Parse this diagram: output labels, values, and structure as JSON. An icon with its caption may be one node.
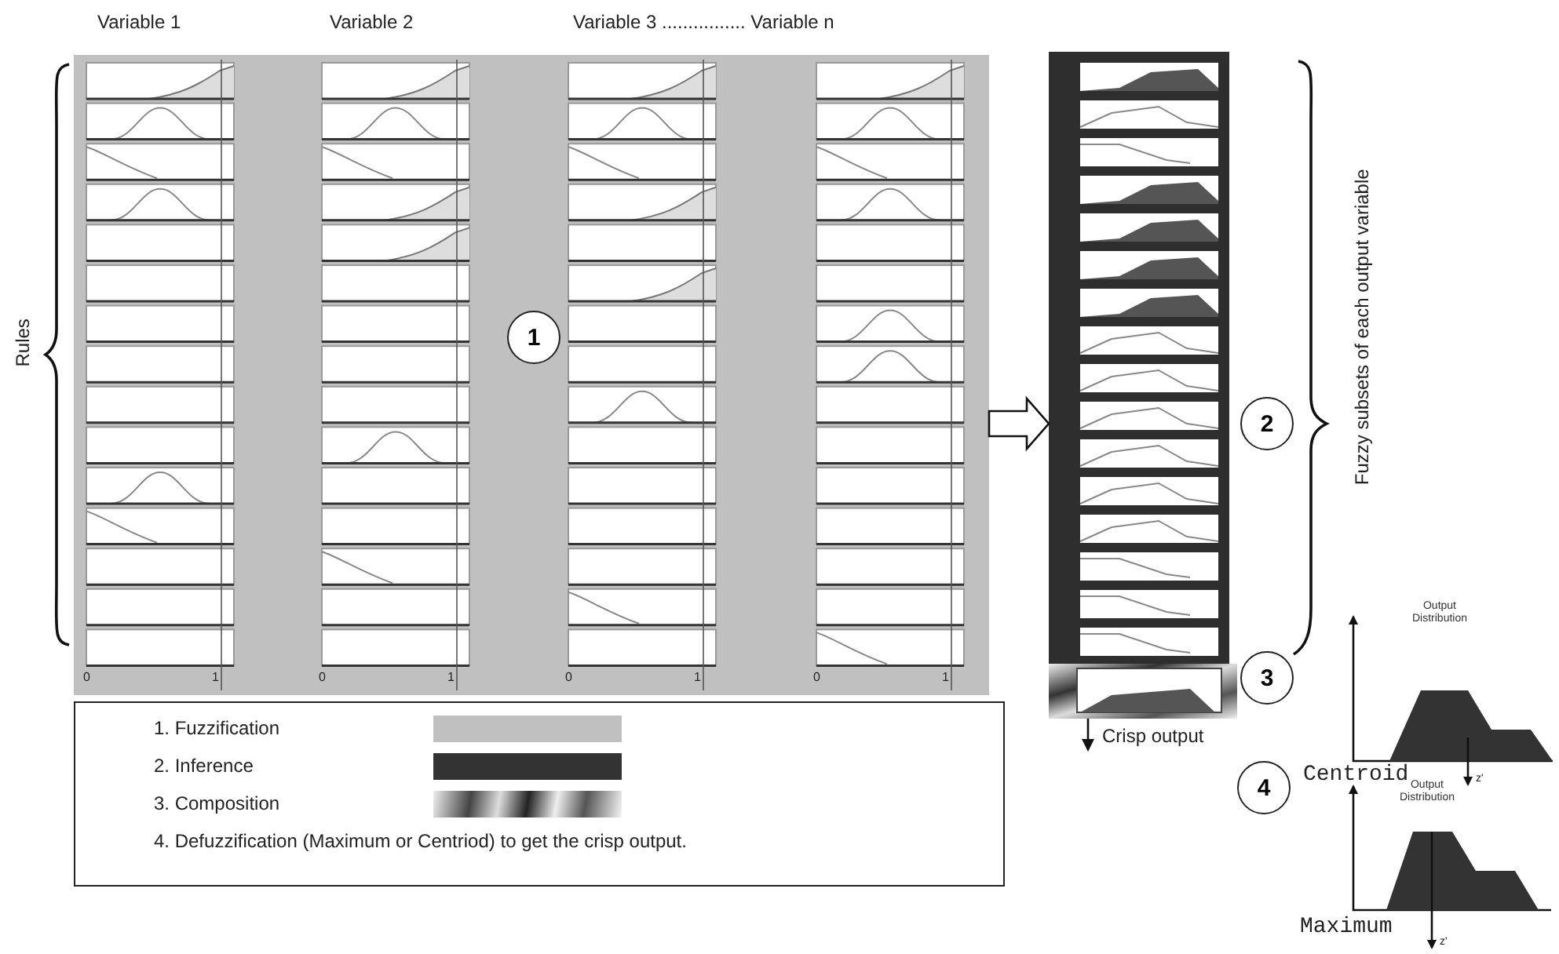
{
  "diagram": {
    "nodes": [
      {
        "text": [],
        "shape": "box"
      },
      {
        "text": [
          "1"
        ],
        "in": 0
      },
      {
        "text": [],
        "shape": "box"
      },
      {
        "text": [
          "2"
        ]
      },
      {
        "text": [],
        "shape": "box"
      },
      {
        "text": [
          "3"
        ]
      },
      {
        "text": [
          "4"
        ]
      }
    ],
    "edges": [
      {
        "from": 0,
        "to": 2,
        "arrow": "to"
      },
      {
        "from": 4,
        "to": null,
        "arrow": "to",
        "label": "Crisp output"
      }
    ],
    "labels": [
      "Variable 1",
      "Variable 2",
      "Variable 3 ................ Variable n",
      "Rules",
      "0",
      "1",
      "0",
      "1",
      "0",
      "1",
      "0",
      "1",
      "Fuzzy subsets of each output variable",
      "4. Defuzzification (Maximum or Centriod) to get the crisp output.",
      "Output Distribution",
      "Centroid",
      "z'",
      "Output Distribution",
      "Maximum",
      "z'"
    ],
    "legend": [
      {
        "text": "1. Fuzzification",
        "color": "#c0c0c0"
      },
      {
        "text": "2. Inference",
        "color": "#333333"
      },
      {
        "text": "3. Composition"
      }
    ]
  }
}
